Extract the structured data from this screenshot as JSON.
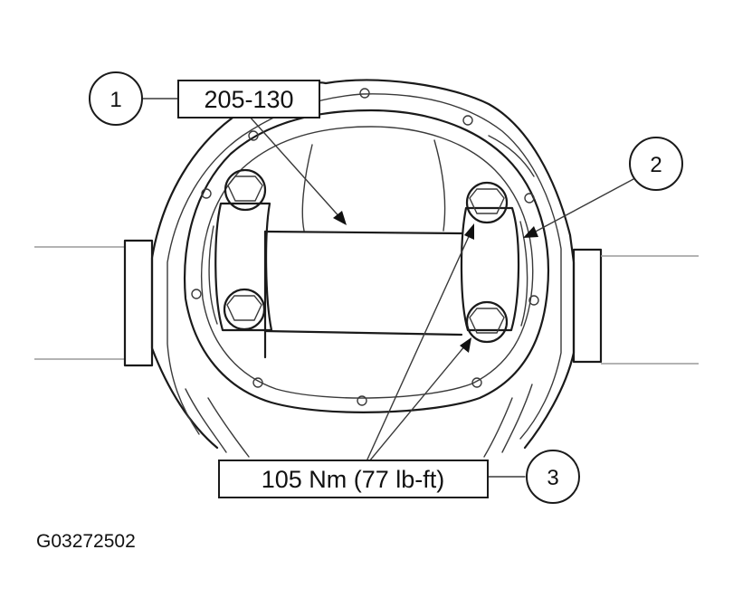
{
  "callouts": [
    {
      "number": "1",
      "label": "205-130"
    },
    {
      "number": "2"
    },
    {
      "number": "3",
      "label": "105 Nm (77 lb-ft)"
    }
  ],
  "figure_id": "G03272502"
}
